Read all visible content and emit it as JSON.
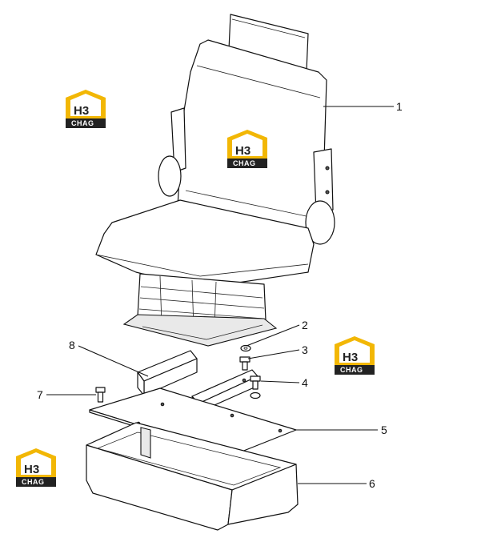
{
  "callouts": [
    {
      "id": "1",
      "text": "1"
    },
    {
      "id": "2",
      "text": "2"
    },
    {
      "id": "3",
      "text": "3"
    },
    {
      "id": "4",
      "text": "4"
    },
    {
      "id": "5",
      "text": "5"
    },
    {
      "id": "6",
      "text": "6"
    },
    {
      "id": "7",
      "text": "7"
    },
    {
      "id": "8",
      "text": "8"
    }
  ],
  "watermark": {
    "mark": "H3",
    "text": "CHAG",
    "accent_color": "#f2b705",
    "dark_color": "#222222"
  }
}
